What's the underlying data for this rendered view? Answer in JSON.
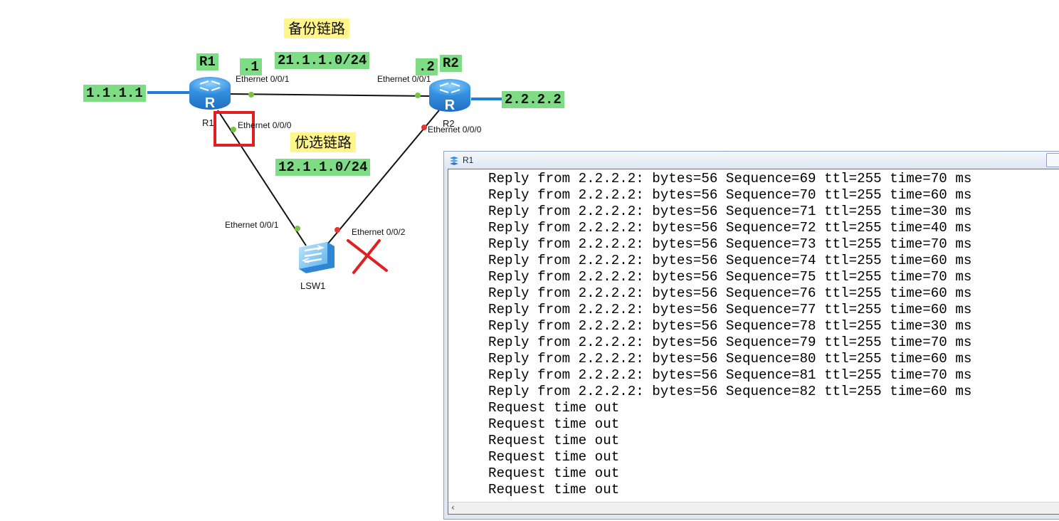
{
  "topology": {
    "backup_link_label": "备份链路",
    "preferred_link_label": "优选链路",
    "backup_subnet": "21.1.1.0/24",
    "preferred_subnet": "12.1.1.0/24",
    "r1_tag": "R1",
    "r2_tag": "R2",
    "r1_ip_suffix": ".1",
    "r2_ip_suffix": ".2",
    "r1_loopback": "1.1.1.1",
    "r2_loopback": "2.2.2.2",
    "r1_name": "R1",
    "r2_name": "R2",
    "switch_name": "LSW1",
    "ports": {
      "r1_e001": "Ethernet 0/0/1",
      "r2_e001": "Ethernet 0/0/1",
      "r1_e000": "Ethernet 0/0/0",
      "r2_e000": "Ethernet 0/0/0",
      "sw_e001": "Ethernet 0/0/1",
      "sw_e002": "Ethernet 0/0/2"
    },
    "colors": {
      "link_up_dot": "#7cc242",
      "link_down_dot": "#e8342c",
      "loopback_link": "#1e7fd8",
      "highlight_box": "#e02020",
      "cross_mark": "#e02020"
    }
  },
  "console": {
    "title": "R1",
    "lines": [
      "Reply from 2.2.2.2: bytes=56 Sequence=69 ttl=255 time=70 ms",
      "Reply from 2.2.2.2: bytes=56 Sequence=70 ttl=255 time=60 ms",
      "Reply from 2.2.2.2: bytes=56 Sequence=71 ttl=255 time=30 ms",
      "Reply from 2.2.2.2: bytes=56 Sequence=72 ttl=255 time=40 ms",
      "Reply from 2.2.2.2: bytes=56 Sequence=73 ttl=255 time=70 ms",
      "Reply from 2.2.2.2: bytes=56 Sequence=74 ttl=255 time=60 ms",
      "Reply from 2.2.2.2: bytes=56 Sequence=75 ttl=255 time=70 ms",
      "Reply from 2.2.2.2: bytes=56 Sequence=76 ttl=255 time=60 ms",
      "Reply from 2.2.2.2: bytes=56 Sequence=77 ttl=255 time=60 ms",
      "Reply from 2.2.2.2: bytes=56 Sequence=78 ttl=255 time=30 ms",
      "Reply from 2.2.2.2: bytes=56 Sequence=79 ttl=255 time=70 ms",
      "Reply from 2.2.2.2: bytes=56 Sequence=80 ttl=255 time=60 ms",
      "Reply from 2.2.2.2: bytes=56 Sequence=81 ttl=255 time=70 ms",
      "Reply from 2.2.2.2: bytes=56 Sequence=82 ttl=255 time=60 ms",
      "Request time out",
      "Request time out",
      "Request time out",
      "Request time out",
      "Request time out",
      "Request time out"
    ],
    "scroll_left_icon": "chevron-left-icon"
  }
}
